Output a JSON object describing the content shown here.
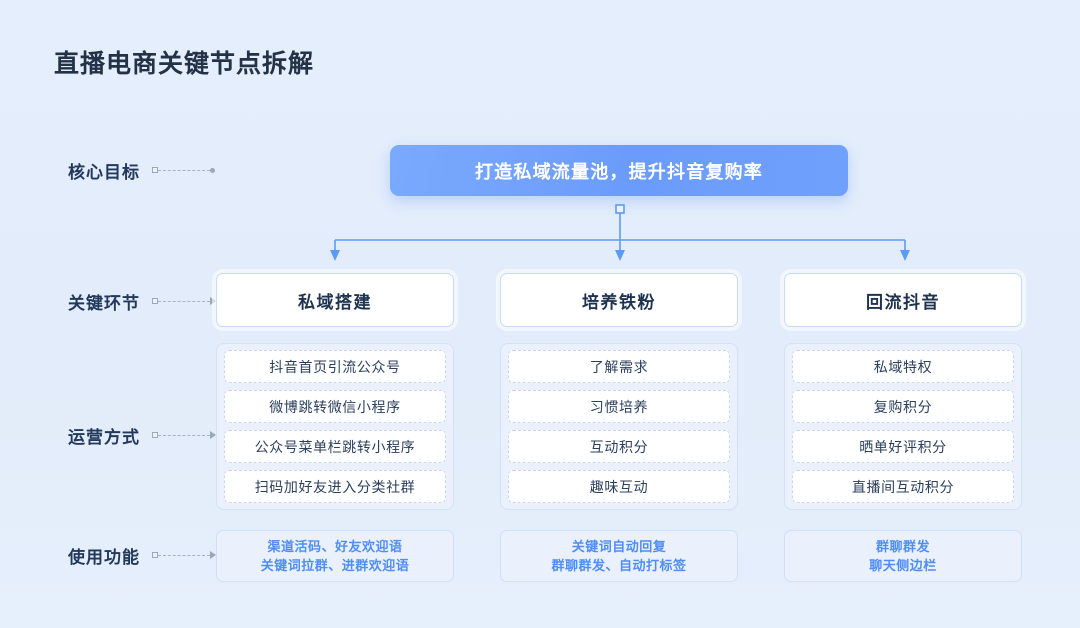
{
  "page": {
    "title": "直播电商关键节点拆解",
    "background_color": "#e3edfb",
    "accent_color": "#6c9cfb",
    "link_text_color": "#4f8df8"
  },
  "row_labels": [
    {
      "key": "goal",
      "label": "核心目标"
    },
    {
      "key": "key_stage",
      "label": "关键环节"
    },
    {
      "key": "operations",
      "label": "运营方式"
    },
    {
      "key": "functions",
      "label": "使用功能"
    }
  ],
  "goal": {
    "text": "打造私域流量池，提升抖音复购率"
  },
  "columns": [
    {
      "head": "私域搭建",
      "operations": [
        "抖音首页引流公众号",
        "微博跳转微信小程序",
        "公众号菜单栏跳转小程序",
        "扫码加好友进入分类社群"
      ],
      "functions": [
        "渠道活码、好友欢迎语",
        "关键词拉群、进群欢迎语"
      ]
    },
    {
      "head": "培养铁粉",
      "operations": [
        "了解需求",
        "习惯培养",
        "互动积分",
        "趣味互动"
      ],
      "functions": [
        "关键词自动回复",
        "群聊群发、自动打标签"
      ]
    },
    {
      "head": "回流抖音",
      "operations": [
        "私域特权",
        "复购积分",
        "晒单好评积分",
        "直播间互动积分"
      ],
      "functions": [
        "群聊群发",
        "聊天侧边栏"
      ]
    }
  ]
}
